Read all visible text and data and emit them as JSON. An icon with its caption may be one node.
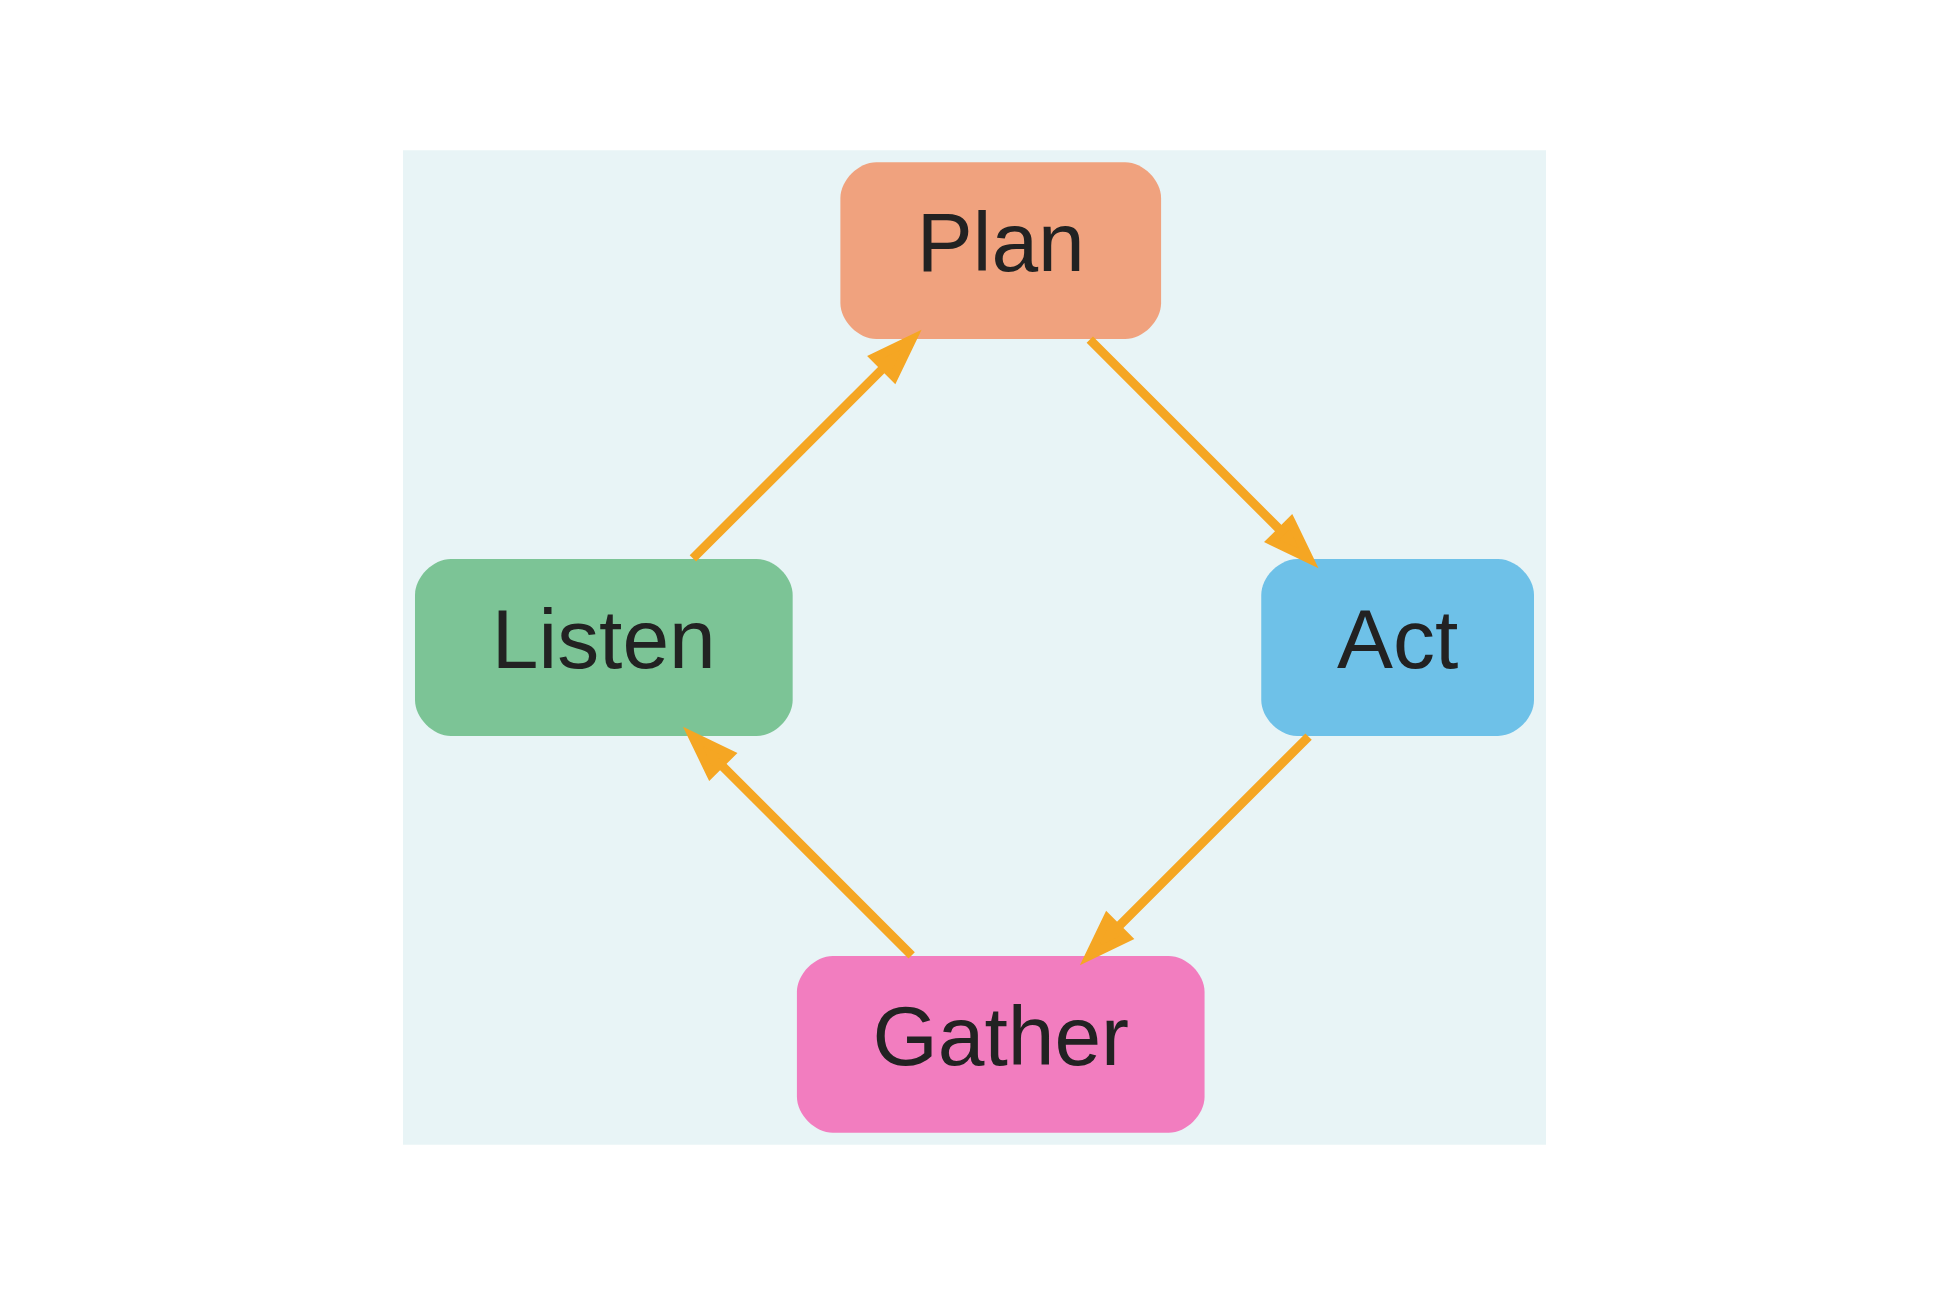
{
  "diagram": {
    "nodes": [
      {
        "text": [
          "Gather"
        ]
      },
      {
        "text": [
          "Listen"
        ]
      },
      {
        "text": [
          "Act"
        ]
      },
      {
        "text": [
          "Plan"
        ]
      }
    ],
    "edges": [
      {
        "from": 0,
        "to": 1,
        "arrow": "to"
      },
      {
        "from": 1,
        "to": 3,
        "arrow": "to"
      },
      {
        "from": 3,
        "to": 2,
        "arrow": "to"
      },
      {
        "from": 2,
        "to": 0,
        "arrow": "to"
      }
    ]
  }
}
